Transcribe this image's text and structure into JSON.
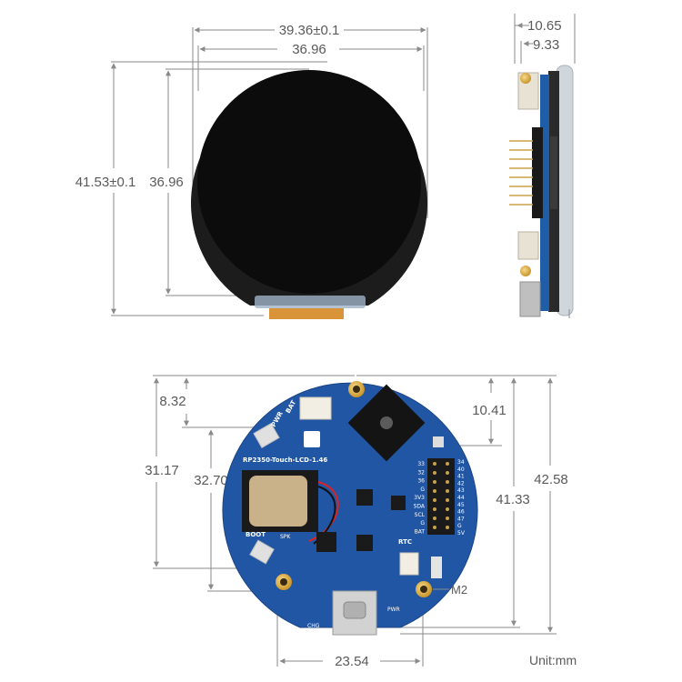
{
  "front_view": {
    "width_outer": "39.36±0.1",
    "width_inner": "36.96",
    "height_outer": "41.53±0.1",
    "height_inner": "36.96"
  },
  "side_view": {
    "depth_outer": "10.65",
    "depth_inner": "9.33"
  },
  "back_view": {
    "dim_top_offset": "8.32",
    "dim_right_offset": "10.41",
    "dim_left_outer": "31.17",
    "dim_left_inner": "32.70",
    "dim_right_inner": "41.33",
    "dim_right_outer": "42.58",
    "dim_bottom": "23.54",
    "hole_label": "M2",
    "board_name": "RP2350-Touch-LCD-1.46",
    "labels": {
      "bat": "BAT",
      "pwr": "PWR",
      "boot": "BOOT",
      "spk": "SPK",
      "rtc": "RTC",
      "chg": "CHG",
      "pwr_led": "PWR"
    },
    "pin_labels_left": [
      "33",
      "32",
      "36",
      "G",
      "3V3",
      "SDA",
      "SCL",
      "G",
      "BAT"
    ],
    "pin_labels_right": [
      "34",
      "40",
      "41",
      "42",
      "43",
      "44",
      "45",
      "46",
      "47",
      "G",
      "5V"
    ]
  },
  "unit_label": "Unit:mm"
}
